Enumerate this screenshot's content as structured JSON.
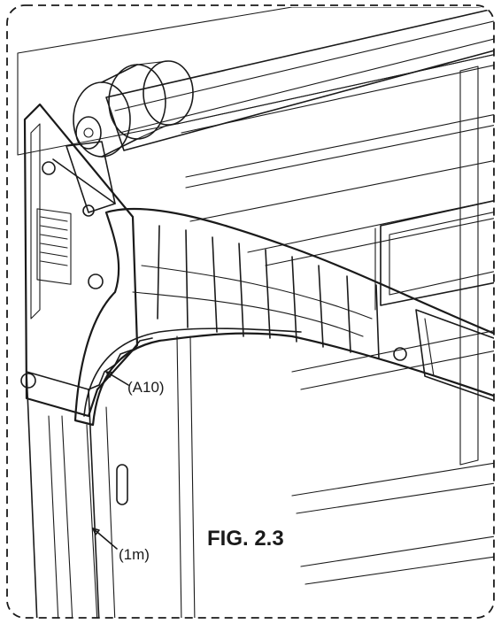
{
  "figure": {
    "caption": "FIG. 2.3",
    "callouts": {
      "bracket": "(A10)",
      "track": "(1m)"
    },
    "colors": {
      "ink": "#1a1a1a",
      "shade": "#e6e6e6",
      "shade_dark": "#cfcfcf",
      "paper": "#ffffff"
    }
  }
}
